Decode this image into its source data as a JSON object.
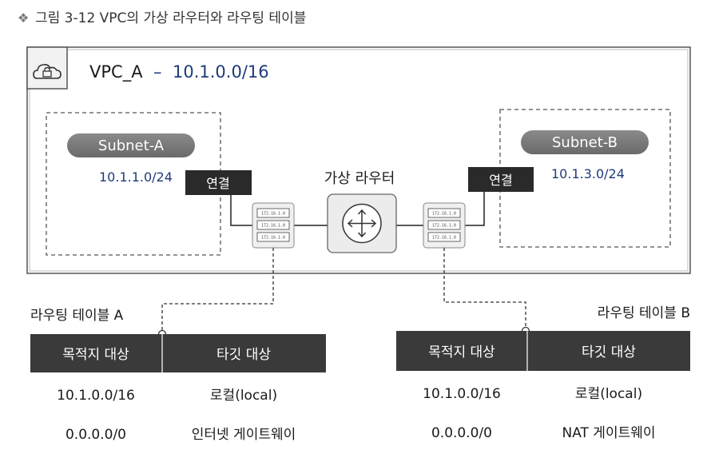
{
  "figure_title": "그림 3-12  VPC의 가상 라우터와 라우팅 테이블",
  "vpc": {
    "name": "VPC_A",
    "dash": "–",
    "cidr": "10.1.0.0/16"
  },
  "subnet_a": {
    "label": "Subnet-A",
    "cidr": "10.1.1.0/24",
    "connect": "연결"
  },
  "subnet_b": {
    "label": "Subnet-B",
    "cidr": "10.1.3.0/24",
    "connect": "연결"
  },
  "router": {
    "label": "가상 라우터"
  },
  "route_entry_text": "172.16.1.0",
  "table_a": {
    "title": "라우팅 테이블 A",
    "headers": [
      "목적지 대상",
      "타깃 대상"
    ],
    "rows": [
      [
        "10.1.0.0/16",
        "로컬(local)"
      ],
      [
        "0.0.0.0/0",
        "인터넷 게이트웨이"
      ]
    ]
  },
  "table_b": {
    "title": "라우팅 테이블 B",
    "headers": [
      "목적지 대상",
      "타깃 대상"
    ],
    "rows": [
      [
        "10.1.0.0/16",
        "로컬(local)"
      ],
      [
        "0.0.0.0/0",
        "NAT 게이트웨이"
      ]
    ]
  },
  "colors": {
    "dark": "#2a2a2a",
    "table_header": "#3a3a3a",
    "cidr": "#1f3a7a",
    "subnet_pill": "#777777"
  }
}
